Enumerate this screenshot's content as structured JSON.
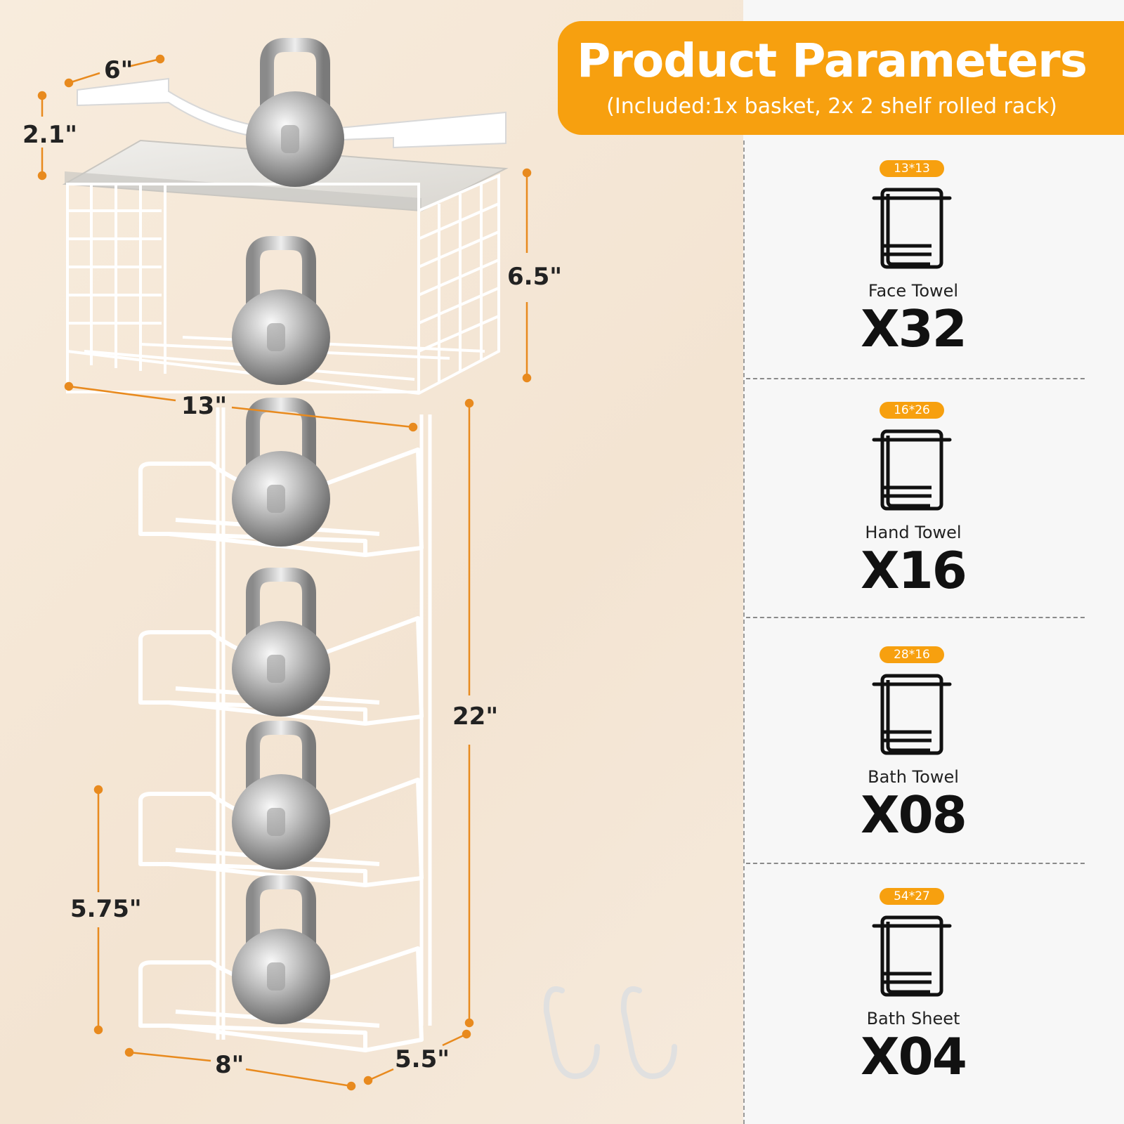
{
  "banner": {
    "title": "Product Parameters",
    "subtitle": "(Included:1x basket, 2x 2 shelf rolled rack)"
  },
  "colors": {
    "accent": "#f7a00f",
    "dimension_line": "#e88a1e",
    "background": "#f5e9da"
  },
  "dimensions": {
    "top_depth": "6\"",
    "top_height": "2.1\"",
    "basket_height": "6.5\"",
    "basket_width": "13\"",
    "total_height": "22\"",
    "rack_height": "5.75\"",
    "rack_width": "8\"",
    "rack_depth": "5.5\""
  },
  "specs": [
    {
      "size": "13*13",
      "icon": "towel-icon",
      "name": "Face Towel",
      "count": "X32"
    },
    {
      "size": "16*26",
      "icon": "towel-icon",
      "name": "Hand Towel",
      "count": "X16"
    },
    {
      "size": "28*16",
      "icon": "towel-icon",
      "name": "Bath Towel",
      "count": "X08"
    },
    {
      "size": "54*27",
      "icon": "towel-icon",
      "name": "Bath Sheet",
      "count": "X04"
    }
  ]
}
